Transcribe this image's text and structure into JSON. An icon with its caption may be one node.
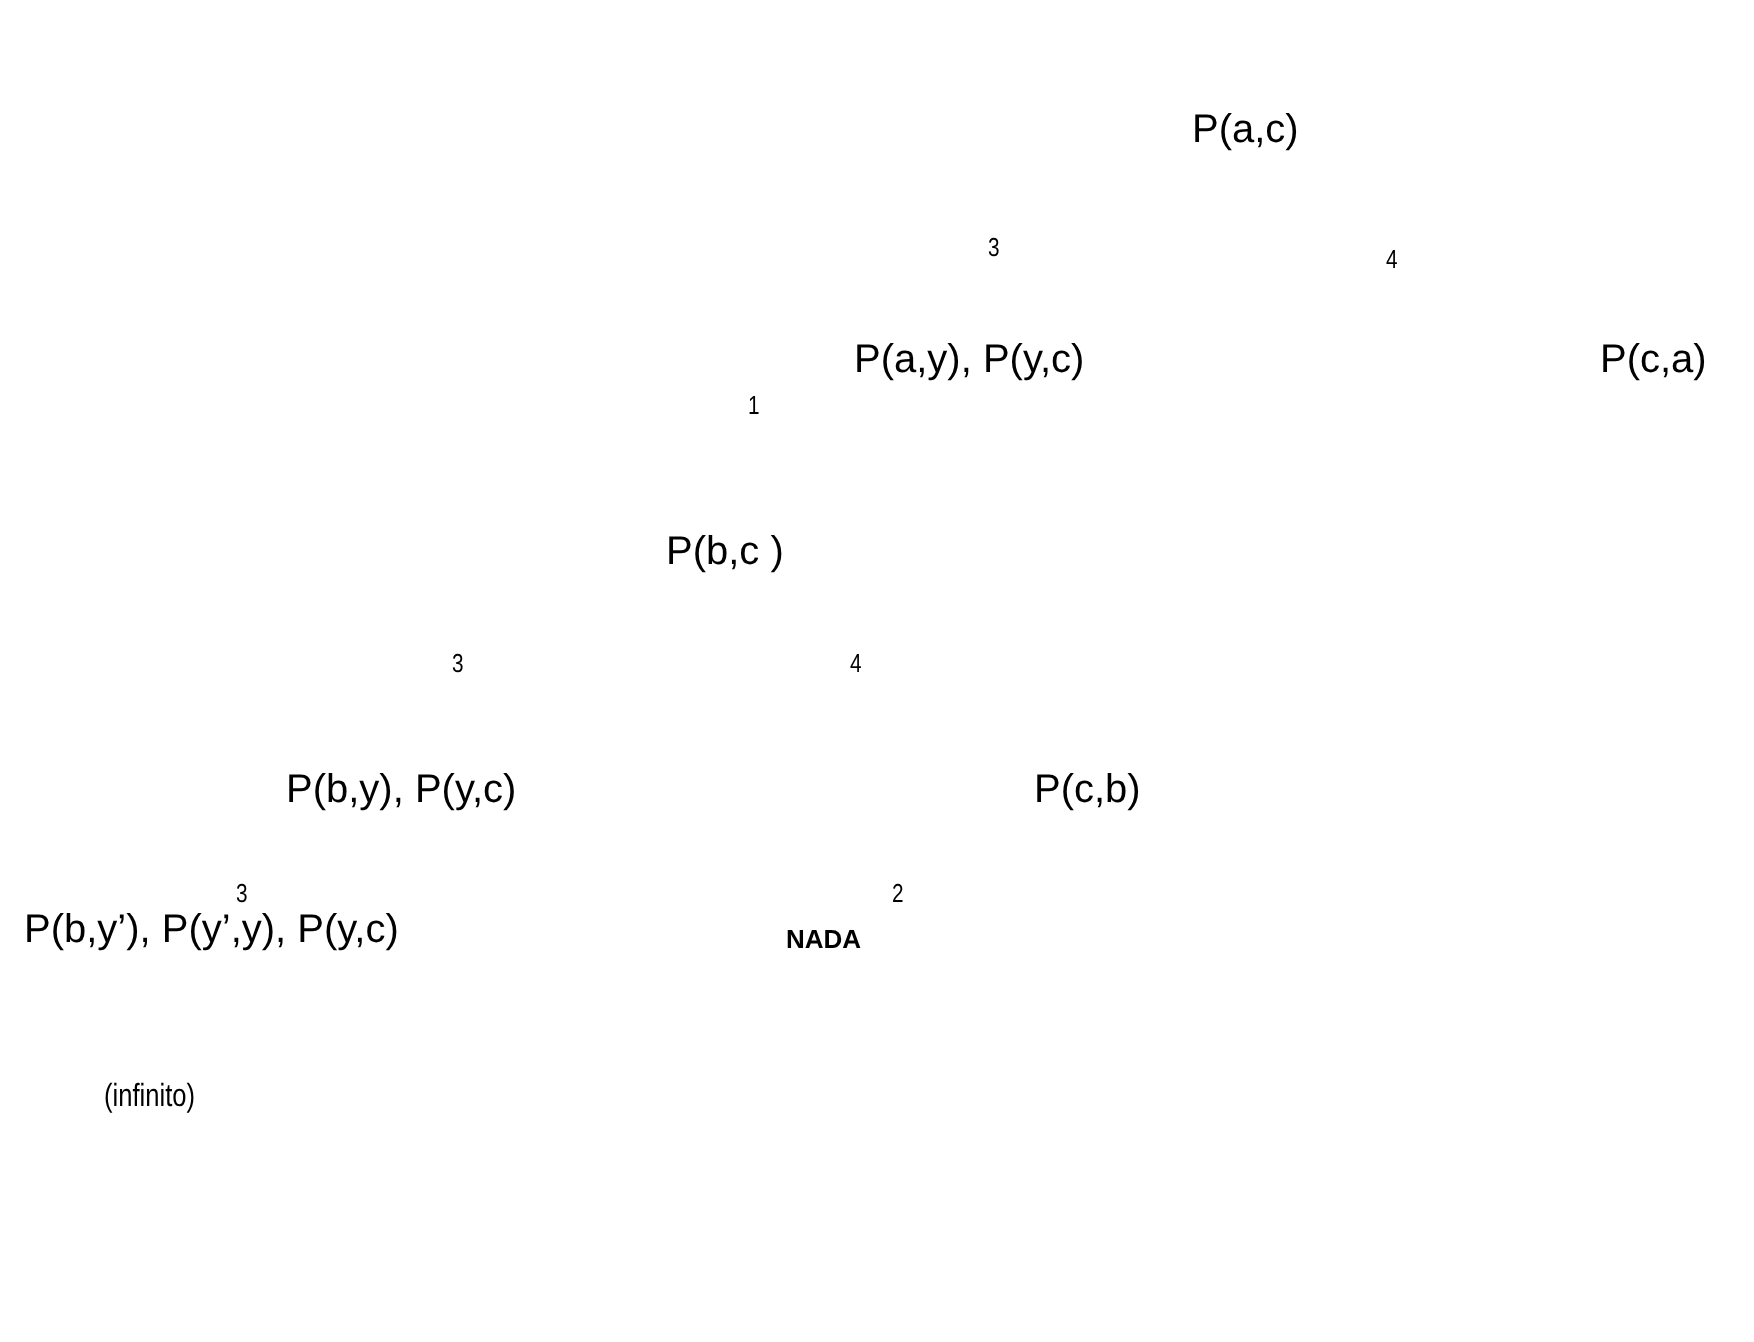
{
  "diagram": {
    "labels": [
      "P(a,c)",
      "3",
      "4",
      "P(a,y), P(y,c)",
      "P(c,a)",
      "1",
      "P(b,c )",
      "3",
      "4",
      "P(b,y), P(y,c)",
      "P(c,b)",
      "3",
      "2",
      "P(b,y’), P(y’,y), P(y,c)",
      "NADA",
      "(infinito)"
    ]
  }
}
